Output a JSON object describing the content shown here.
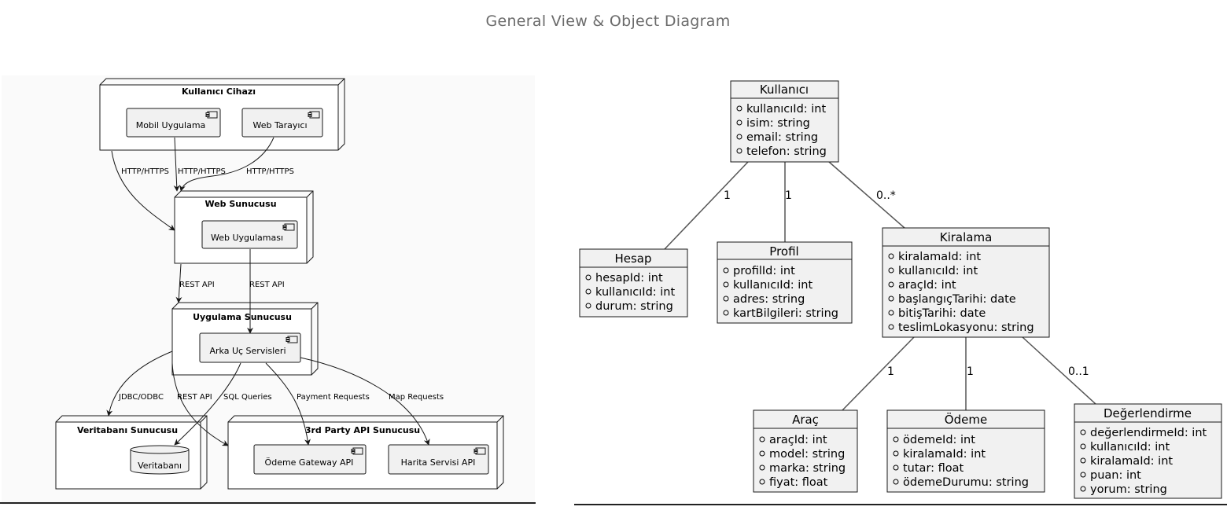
{
  "page": {
    "title": "General View & Object Diagram"
  },
  "deployment": {
    "nodes": {
      "user_device": "Kullanıcı Cihazı",
      "web_server": "Web Sunucusu",
      "app_server": "Uygulama Sunucusu",
      "db_server": "Veritabanı Sunucusu",
      "third_party": "3rd Party API Sunucusu"
    },
    "components": {
      "mobile_app": "Mobil Uygulama",
      "web_browser": "Web Tarayıcı",
      "web_app": "Web Uygulaması",
      "backend": "Arka Uç Servisleri",
      "database": "Veritabanı",
      "payment_api": "Ödeme Gateway API",
      "map_api": "Harita Servisi API"
    },
    "edges": {
      "http1": "HTTP/HTTPS",
      "http2": "HTTP/HTTPS",
      "http3": "HTTP/HTTPS",
      "rest1": "REST API",
      "rest2": "REST API",
      "jdbc": "JDBC/ODBC",
      "rest3": "REST API",
      "sql": "SQL Queries",
      "payment": "Payment Requests",
      "map": "Map Requests"
    }
  },
  "class_diagram": {
    "classes": {
      "kullanici": {
        "name": "Kullanıcı",
        "attrs": [
          "kullanıcıId: int",
          "isim: string",
          "email: string",
          "telefon: string"
        ]
      },
      "hesap": {
        "name": "Hesap",
        "attrs": [
          "hesapId: int",
          "kullanıcıId: int",
          "durum: string"
        ]
      },
      "profil": {
        "name": "Profil",
        "attrs": [
          "profilId: int",
          "kullanıcıId: int",
          "adres: string",
          "kartBilgileri: string"
        ]
      },
      "kiralama": {
        "name": "Kiralama",
        "attrs": [
          "kiralamaId: int",
          "kullanıcıId: int",
          "araçId: int",
          "başlangıçTarihi: date",
          "bitişTarihi: date",
          "teslimLokasyonu: string"
        ]
      },
      "arac": {
        "name": "Araç",
        "attrs": [
          "araçId: int",
          "model: string",
          "marka: string",
          "fiyat: float"
        ]
      },
      "odeme": {
        "name": "Ödeme",
        "attrs": [
          "ödemeId: int",
          "kiralamaId: int",
          "tutar: float",
          "ödemeDurumu: string"
        ]
      },
      "degerlendirme": {
        "name": "Değerlendirme",
        "attrs": [
          "değerlendirmeId: int",
          "kullanıcıId: int",
          "kiralamaId: int",
          "puan: int",
          "yorum: string"
        ]
      }
    },
    "multiplicities": {
      "kullanici_hesap": "1",
      "kullanici_profil": "1",
      "kullanici_kiralama": "0..*",
      "kiralama_arac": "1",
      "kiralama_odeme": "1",
      "kiralama_degerlendirme": "0..1"
    }
  },
  "colors": {
    "box_fill": "#f1f1f1",
    "border": "#181818",
    "panel_bg": "#fafafa",
    "title": "#6b6b6b"
  }
}
